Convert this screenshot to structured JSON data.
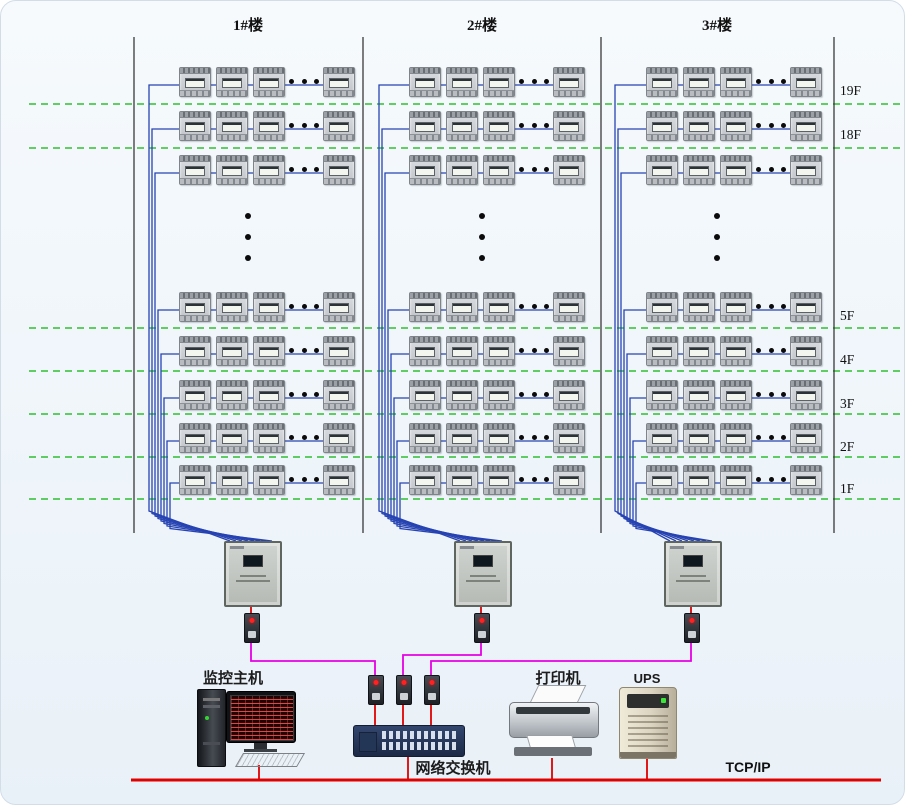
{
  "diagram": {
    "buildings": [
      {
        "label": "1#楼"
      },
      {
        "label": "2#楼"
      },
      {
        "label": "3#楼"
      }
    ],
    "floor_labels": [
      "19F",
      "18F",
      "5F",
      "4F",
      "3F",
      "2F",
      "1F"
    ],
    "labels": {
      "host": "监控主机",
      "printer": "打印机",
      "ups": "UPS",
      "switch": "网络交换机",
      "bus": "TCP/IP"
    },
    "colors": {
      "background_top": "#f6fafd",
      "background_bottom": "#e9f1f8",
      "wire_blue": "#2743b2",
      "floor_dash_green": "#2fbf2f",
      "bus_red": "#e00000",
      "link_magenta": "#e500e5",
      "line_black": "#2a2a2a"
    }
  }
}
